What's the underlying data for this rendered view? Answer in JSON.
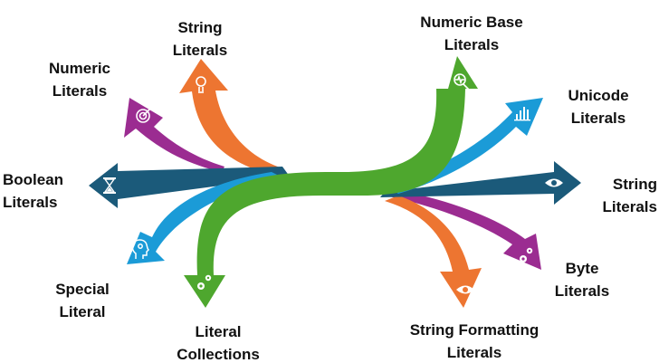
{
  "colors": {
    "purple": "#9B2C91",
    "orange": "#ED7531",
    "navy": "#1B5A7A",
    "blue": "#1B9BD7",
    "green": "#4EA72E",
    "icon": "#ffffff"
  },
  "labels": {
    "string_literals_top": {
      "line1": "String",
      "line2": "Literals"
    },
    "numeric_literals": {
      "line1": "Numeric",
      "line2": "Literals"
    },
    "boolean_literals": {
      "line1": "Boolean",
      "line2": "Literals"
    },
    "special_literal": {
      "line1": "Special",
      "line2": "Literal"
    },
    "literal_collections": {
      "line1": "Literal",
      "line2": "Collections"
    },
    "numeric_base_literals": {
      "line1": "Numeric Base",
      "line2": "Literals"
    },
    "unicode_literals": {
      "line1": "Unicode",
      "line2": "Literals"
    },
    "string_literals_right": {
      "line1": "String",
      "line2": "Literals"
    },
    "byte_literals": {
      "line1": "Byte",
      "line2": "Literals"
    },
    "string_formatting_literals": {
      "line1": "String Formatting",
      "line2": "Literals"
    }
  },
  "icons": {
    "string_literals_top": "lightbulb-icon",
    "numeric_literals": "target-icon",
    "boolean_literals": "hourglass-icon",
    "special_literal": "head-lightbulb-icon",
    "literal_collections": "gears-icon",
    "numeric_base_literals": "magnifier-pulse-icon",
    "unicode_literals": "chart-icon",
    "string_literals_right": "eye-icon",
    "byte_literals": "gears-icon",
    "string_formatting_literals": "eye-icon"
  }
}
